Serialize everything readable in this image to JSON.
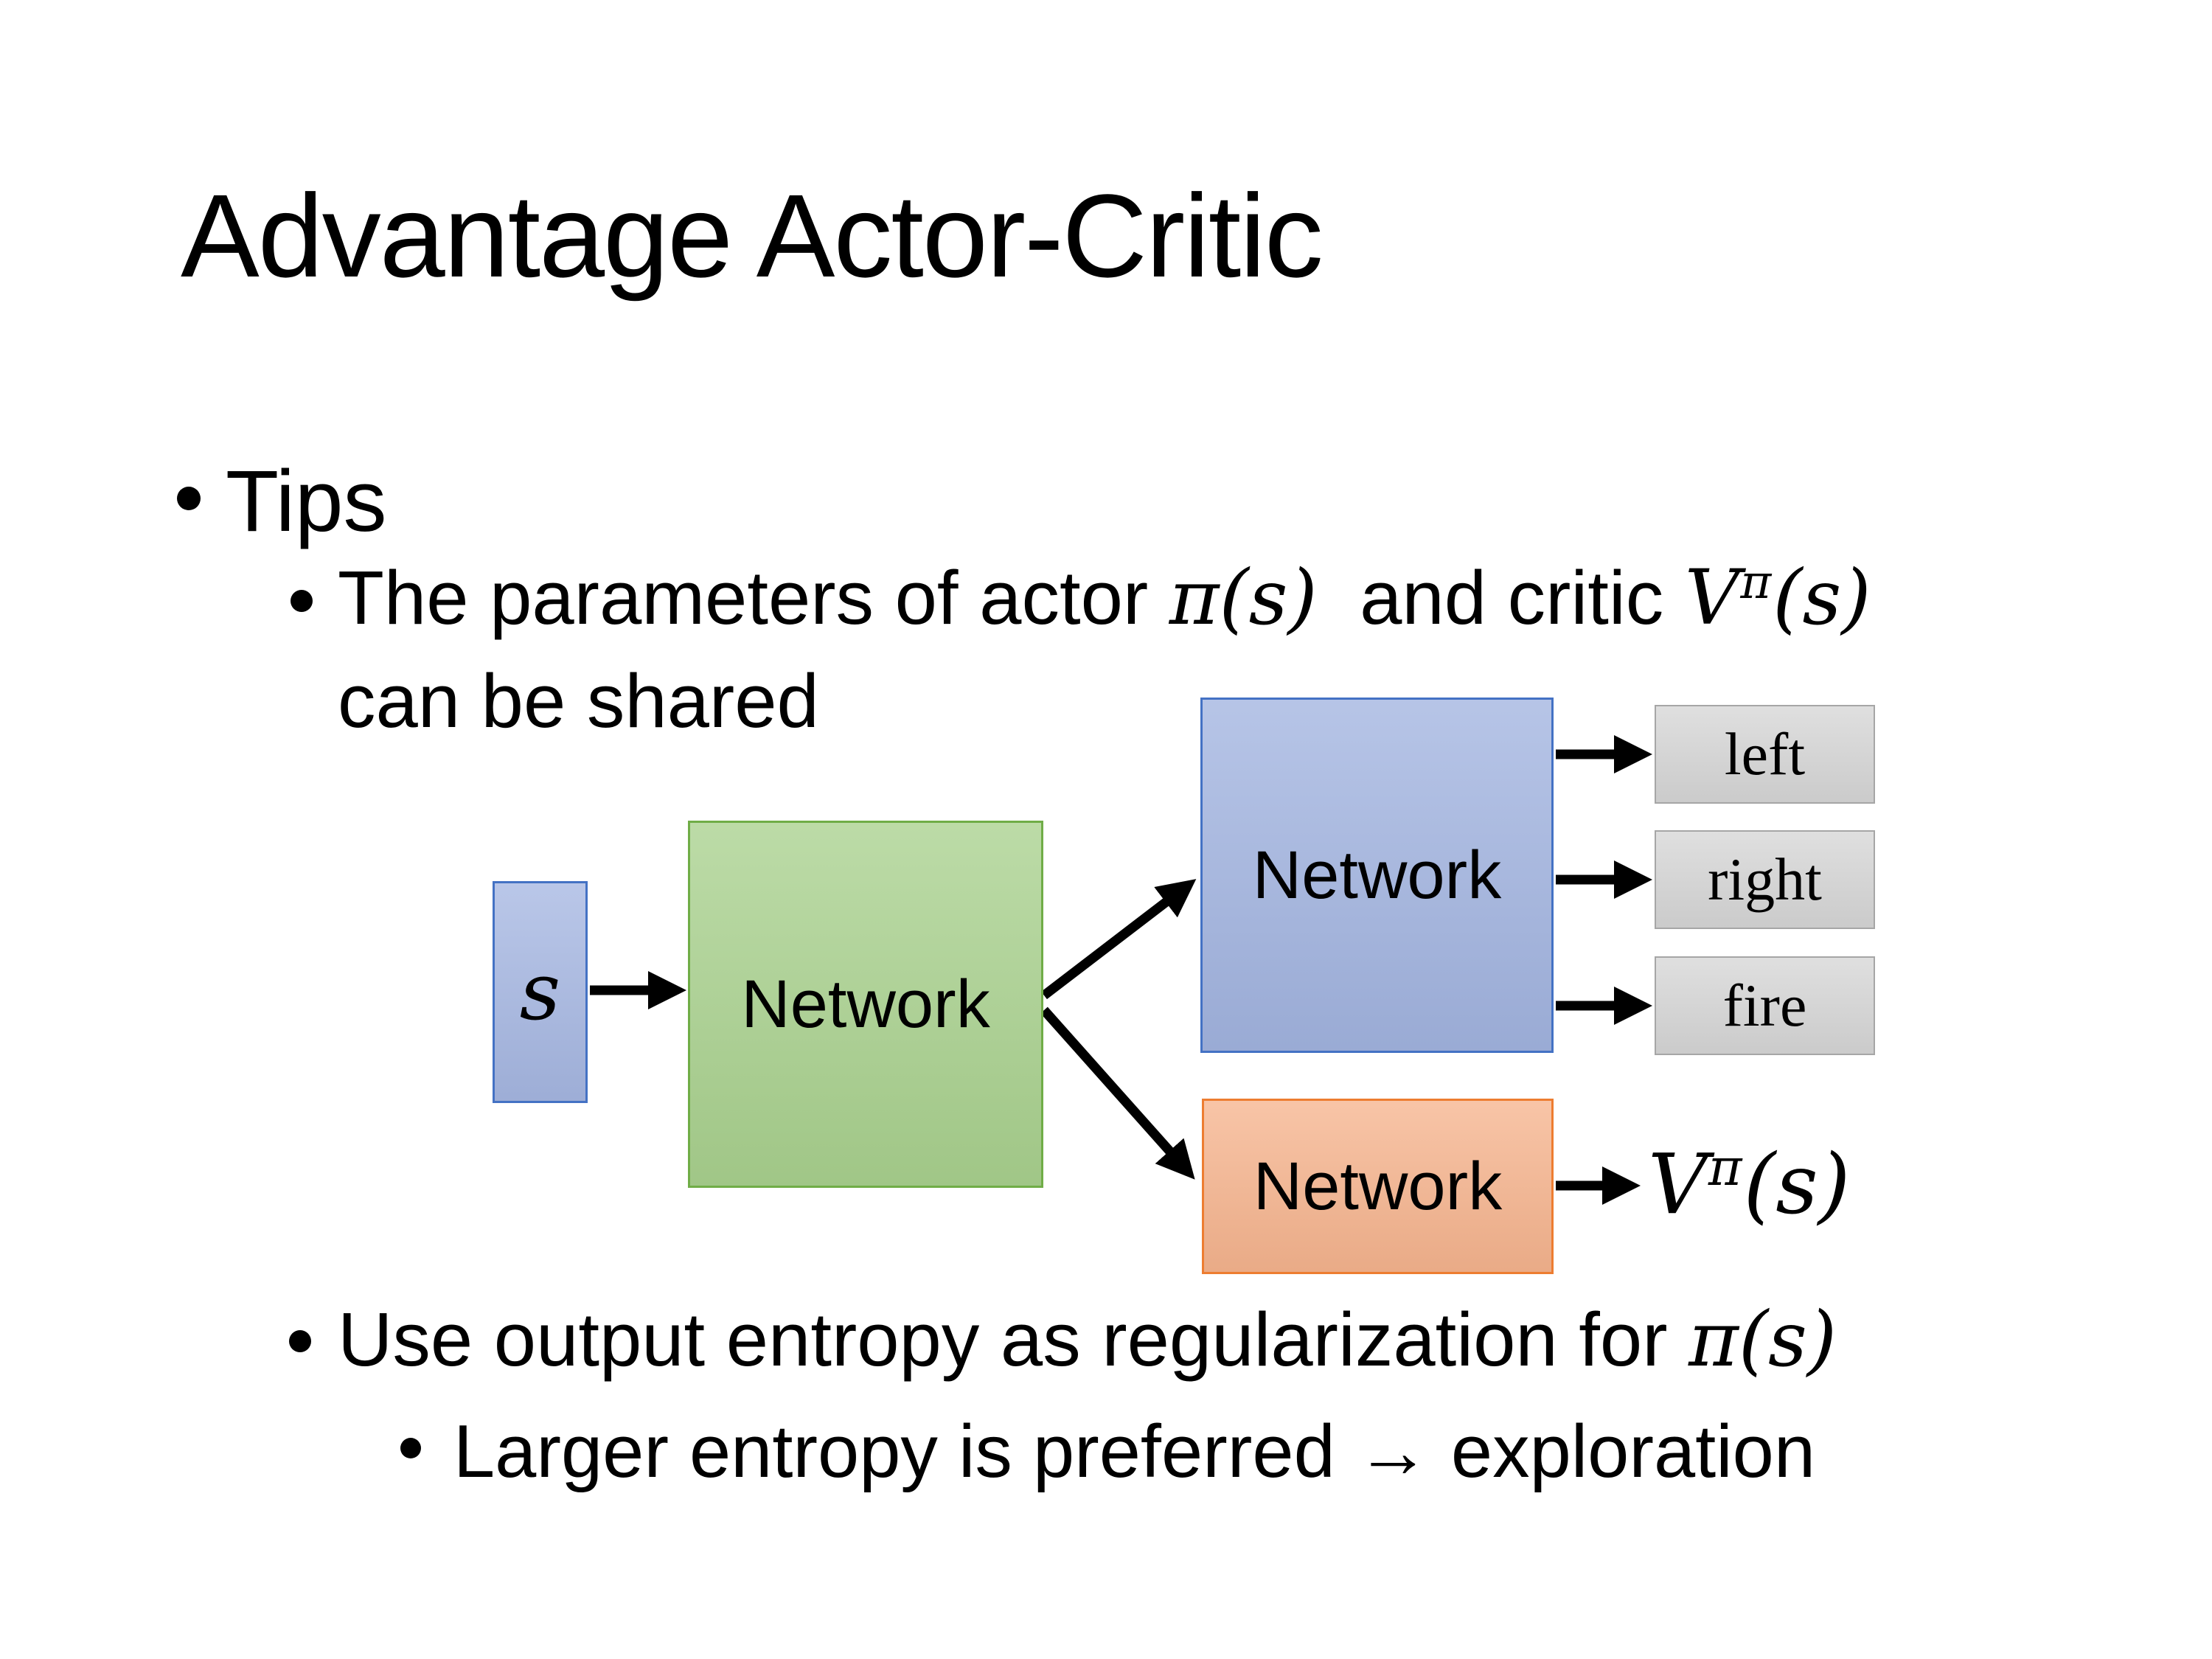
{
  "slide": {
    "title": "Advantage Actor-Critic"
  },
  "bullets": {
    "tips": "Tips",
    "shared": {
      "pre": "The parameters of actor ",
      "actor_math": "π(s)",
      "mid": " and critic ",
      "critic_base": "V",
      "critic_sup": "π",
      "critic_args": "(s)",
      "line2": "can be shared"
    },
    "entropy": {
      "pre": "Use output entropy as regularization for ",
      "math": "π(s)"
    },
    "exploration": "Larger entropy is preferred → exploration"
  },
  "diagram": {
    "input_label": "s",
    "shared_network_label": "Network",
    "actor_network_label": "Network",
    "critic_network_label": "Network",
    "actions": [
      "left",
      "right",
      "fire"
    ],
    "value": {
      "base": "V",
      "sup": "π",
      "args": "(s)"
    },
    "colors": {
      "input_fill": "#A6B7E2",
      "input_border": "#4472C4",
      "shared_fill": "#A9D18E",
      "shared_border": "#70AD47",
      "actor_fill": "#A2B4E0",
      "actor_border": "#4472C4",
      "critic_fill": "#F6B48E",
      "critic_border": "#ED7D31",
      "action_fill": "#D6D6D6",
      "action_border": "#A6A6A6",
      "arrow": "#000000"
    }
  }
}
